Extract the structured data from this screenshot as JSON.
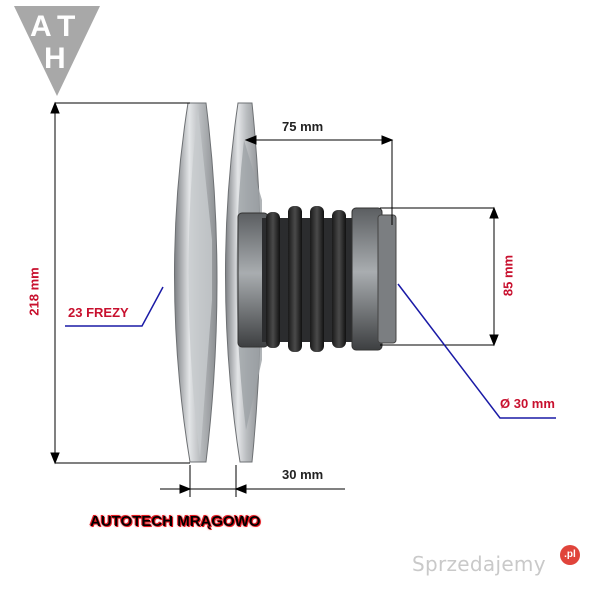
{
  "logo": {
    "letters": [
      "A",
      "T",
      "H"
    ],
    "color": "#a8a8a8"
  },
  "dimensions": {
    "height": "218 mm",
    "top_width": "75 mm",
    "hub_height": "85 mm",
    "bottom_width": "30 mm",
    "bore_diameter": "Ø 30 mm",
    "splines": "23 FREZY"
  },
  "brand": "AUTOTECH MRĄGOWO",
  "watermark": {
    "text": "Sprzedajemy",
    "badge": ".pl"
  },
  "colors": {
    "accent_red": "#c8102e",
    "leader_blue": "#1a1aa6"
  }
}
